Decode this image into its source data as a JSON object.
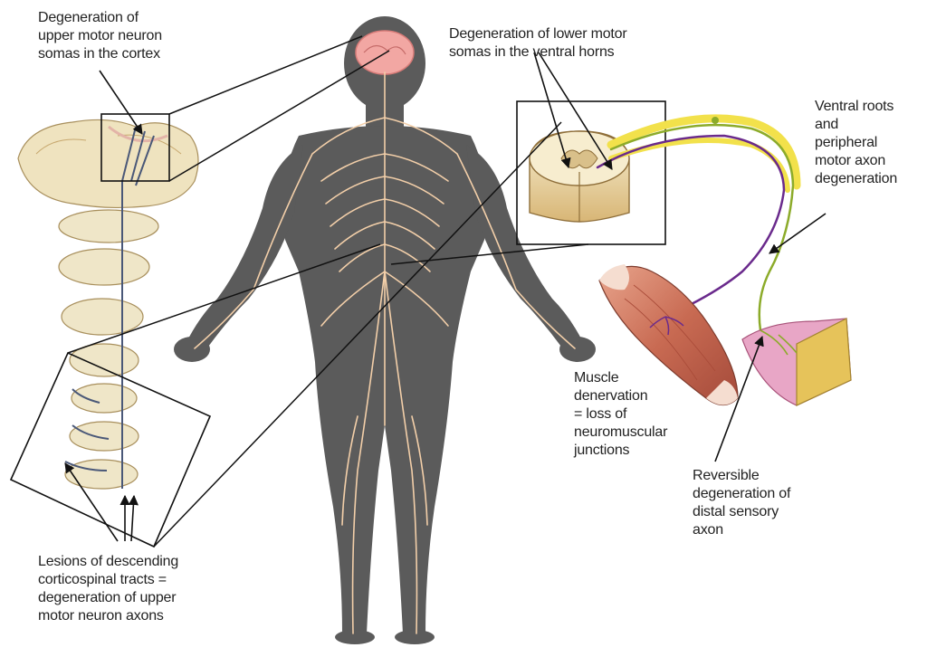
{
  "labels": {
    "upper_somas": "Degeneration of\nupper motor neuron\nsomas in the cortex",
    "lower_somas": "Degeneration of lower motor\nsomas in the ventral horns",
    "ventral_roots": "Ventral roots\nand\nperipheral\nmotor axon\ndegeneration",
    "muscle": "Muscle\ndenervation\n= loss of\nneuromuscular\njunctions",
    "sensory": "Reversible\ndegeneration of\ndistal sensory\naxon",
    "lesions": "Lesions of descending\ncorticospinal tracts =\ndegeneration of upper\nmotor neuron axons"
  },
  "colors": {
    "body": "#5b5b5b",
    "nerves": "#f3cfa9",
    "brain": "#f2a7a3",
    "tissue": "#efe6c8",
    "motor_axon": "#6a2a8c",
    "sensory_axon": "#8cab2a",
    "root_yellow": "#f2e14b",
    "muscle": "#c96f55",
    "skin": "#e8a6c6"
  }
}
